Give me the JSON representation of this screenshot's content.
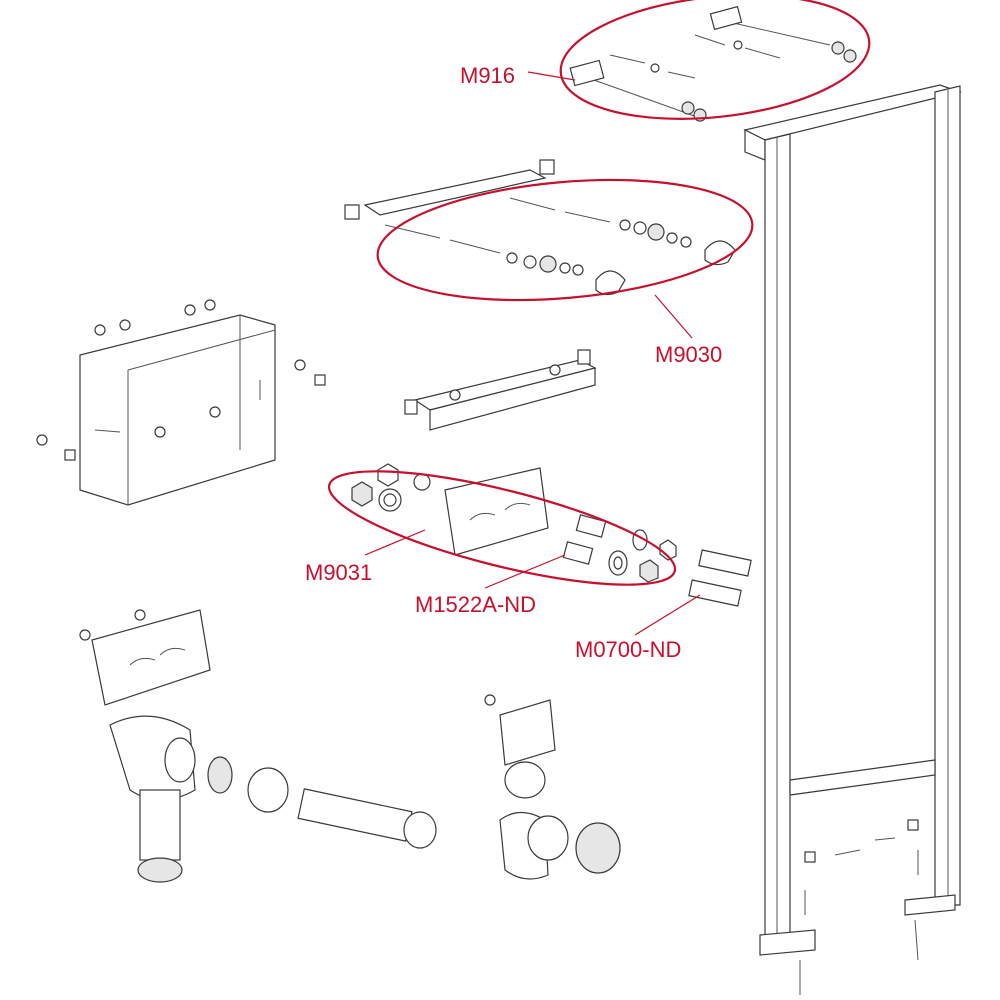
{
  "labels": {
    "m916": "M916",
    "m9030": "M9030",
    "m9031": "M9031",
    "m1522a": "M1522A-ND",
    "m0700": "M0700-ND"
  },
  "colors": {
    "callout": "#c8102e",
    "line": "#3a3a3a"
  }
}
